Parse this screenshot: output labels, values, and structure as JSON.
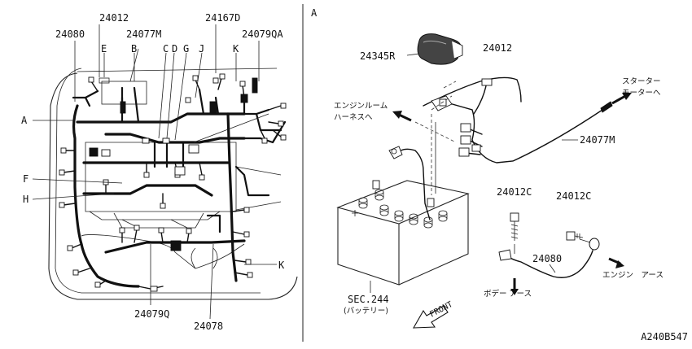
{
  "left_panel": {
    "part_labels": {
      "p24012": "24012",
      "p24077M": "24077M",
      "p24167D": "24167D",
      "p24080": "24080",
      "p24079QA": "24079QA",
      "p24079Q": "24079Q",
      "p24078": "24078"
    },
    "connector_letters": {
      "A": "A",
      "B": "B",
      "C": "C",
      "D": "D",
      "E": "E",
      "F": "F",
      "G": "G",
      "H": "H",
      "J": "J",
      "K_top": "K",
      "K_right": "K"
    }
  },
  "right_panel": {
    "view_label": "A",
    "part_labels": {
      "p24345R": "24345R",
      "p24012": "24012",
      "p24077M": "24077M",
      "p24012C_left": "24012C",
      "p24012C_right": "24012C",
      "p24080": "24080"
    },
    "callouts": {
      "starter_line1": "スターター",
      "starter_line2": "モーターへ",
      "engine_room_line1": "エンジンルーム",
      "engine_room_line2": "ハーネスへ",
      "engine_earth": "エンジン　アース",
      "body_earth": "ボデー アース"
    },
    "battery_ref": "SEC.244",
    "battery_name": "(バッテリー)",
    "front_label": "FRONT"
  },
  "figure_code": "A240B547"
}
